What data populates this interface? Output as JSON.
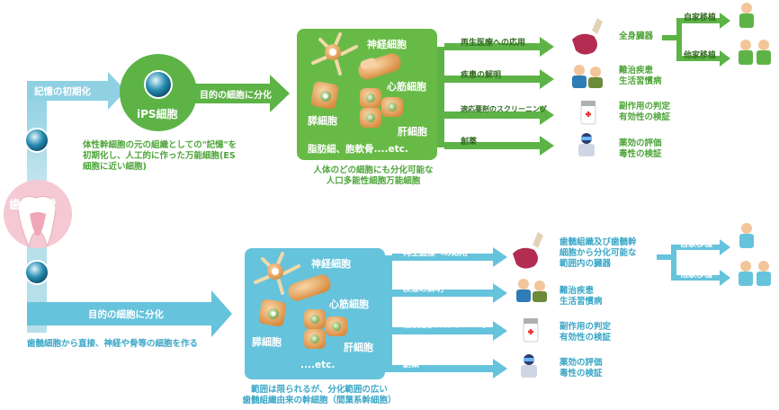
{
  "colors": {
    "green": "#5db346",
    "green_box": "#68ba47",
    "blue": "#3aa7c7",
    "blue_box": "#66c3dc",
    "tooth_pink": "#f0a7b7"
  },
  "source": {
    "label": "歯髄組織"
  },
  "upper": {
    "branch_label": "記憶の初期化",
    "ips_label": "iPS細胞",
    "diff_label": "目的の細胞に分化",
    "ips_desc": [
      "体性幹細胞の元の組織としての\"記憶\"を",
      "初期化し、人工的に作った万能細胞(ES",
      "細胞に近い細胞)"
    ],
    "box": {
      "neuro": "神経細胞",
      "heart": "心筋細胞",
      "pancreas": "膵細胞",
      "liver": "肝細胞",
      "etc": "脂肪細、胞軟骨....etc."
    },
    "box_desc": [
      "人体のどの細胞にも分化可能な",
      "人口多能性細胞万能細胞"
    ],
    "apps": [
      {
        "label": "再生医療への応用",
        "result": [
          "全身臓器"
        ]
      },
      {
        "label": "疾患の解明",
        "result": [
          "難治疾患",
          "生活習慣病"
        ]
      },
      {
        "label": "適応薬剤のスクリーニング",
        "result": [
          "副作用の判定",
          "有効性の検証"
        ]
      },
      {
        "label": "創薬",
        "result": [
          "薬効の評価",
          "毒性の検証"
        ]
      }
    ],
    "transplant": {
      "self": "自家移植",
      "other": "他家移植"
    }
  },
  "lower": {
    "diff_label": "目的の細胞に分化",
    "desc": "歯髄細胞から直接、神経や骨等の細胞を作る",
    "box": {
      "neuro": "神経細胞",
      "heart": "心筋細胞",
      "pancreas": "膵細胞",
      "liver": "肝細胞",
      "etc": "....etc."
    },
    "box_desc": [
      "範囲は限られるが、分化範囲の広い",
      "歯髄組織由来の幹細胞（間葉系幹細胞）"
    ],
    "apps": [
      {
        "label": "再生医療への応用",
        "result": [
          "歯髄組織及び歯髄幹",
          "細胞から分化可能な",
          "範囲内の臓器"
        ]
      },
      {
        "label": "疾患の解明",
        "result": [
          "難治疾患",
          "生活習慣病"
        ]
      },
      {
        "label": "適応薬剤のスクリーニング",
        "result": [
          "副作用の判定",
          "有効性の検証"
        ]
      },
      {
        "label": "創薬",
        "result": [
          "薬効の評価",
          "毒性の検証"
        ]
      }
    ],
    "transplant": {
      "self": "自家移植",
      "other": "他家移植"
    }
  }
}
